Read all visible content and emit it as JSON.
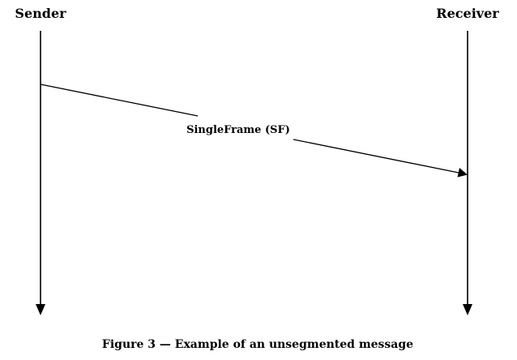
{
  "diagram": {
    "sender_label": "Sender",
    "receiver_label": "Receiver",
    "message_label": "SingleFrame (SF)",
    "caption": "Figure 3 — Example of an unsegmented message"
  },
  "colors": {
    "stroke": "#000000",
    "background": "#ffffff"
  }
}
